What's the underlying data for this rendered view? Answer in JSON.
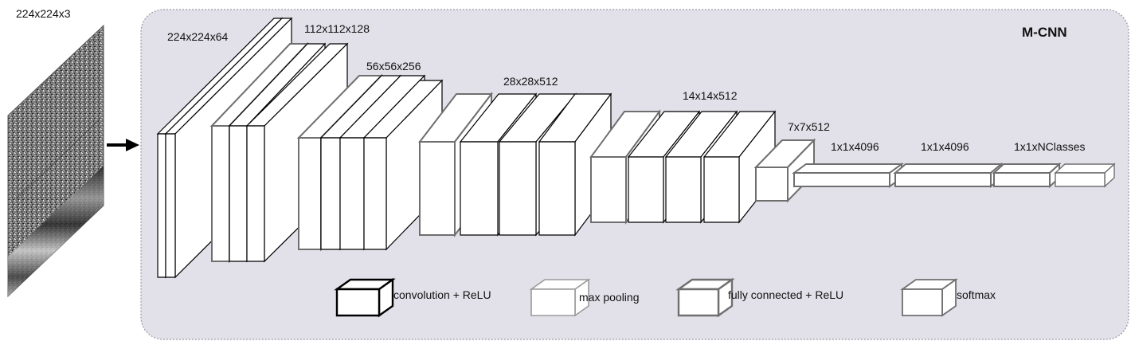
{
  "input": {
    "label": "224x224x3"
  },
  "network": {
    "title": "M-CNN"
  },
  "layers": [
    {
      "label": "224x224x64"
    },
    {
      "label": "112x112x128"
    },
    {
      "label": "56x56x256"
    },
    {
      "label": "28x28x512"
    },
    {
      "label": "14x14x512"
    },
    {
      "label": "7x7x512"
    },
    {
      "label": "1x1x4096"
    },
    {
      "label": "1x1x4096"
    },
    {
      "label": "1x1xNClasses"
    }
  ],
  "legend": [
    {
      "label": "convolution + ReLU",
      "type": "conv"
    },
    {
      "label": "max pooling",
      "type": "pool"
    },
    {
      "label": "fully connected + ReLU",
      "type": "fc"
    },
    {
      "label": "softmax",
      "type": "softmax"
    }
  ],
  "colors": {
    "panel_fill": "#e2e1ea",
    "panel_border": "#9a99a6",
    "conv_stroke": "#000000",
    "pool_stroke": "#6f6f6f",
    "block_fill": "#ffffff"
  }
}
